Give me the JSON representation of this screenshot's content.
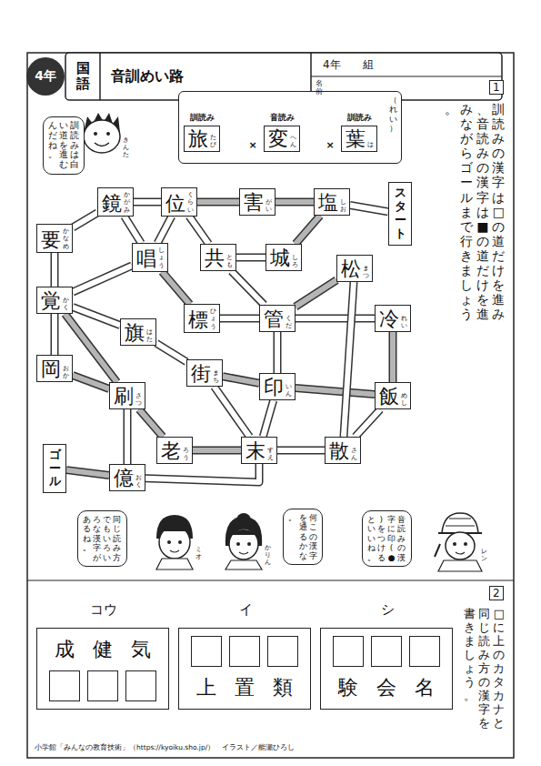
{
  "diagram": {
    "title": "音訓めい路",
    "nodes": [
      {
        "text": [
          "4年"
        ]
      },
      {
        "text": [
          "国語"
        ]
      },
      {
        "text": [
          "（れい）"
        ]
      },
      {
        "text": [
          "訓読み",
          "旅",
          "たび"
        ],
        "in": 2
      },
      {
        "text": [
          "音読み",
          "変",
          "へん"
        ],
        "in": 2
      },
      {
        "text": [
          "訓読み",
          "葉",
          "は"
        ],
        "in": 2
      },
      {
        "text": [
          "訓読みは白い道を進むんだね。"
        ]
      },
      {
        "text": [
          "スタート"
        ]
      },
      {
        "text": [
          "塩",
          "しお"
        ]
      },
      {
        "text": [
          "害",
          "がい"
        ]
      },
      {
        "text": [
          "位",
          "くらい"
        ]
      },
      {
        "text": [
          "鏡",
          "かがみ"
        ]
      },
      {
        "text": [
          "要",
          "かなめ"
        ]
      },
      {
        "text": [
          "唱",
          "しょう"
        ]
      },
      {
        "text": [
          "共",
          "とも"
        ]
      },
      {
        "text": [
          "城",
          "しろ"
        ]
      },
      {
        "text": [
          "松",
          "まつ"
        ]
      },
      {
        "text": [
          "覚",
          "かく"
        ]
      },
      {
        "text": [
          "標",
          "ひょう"
        ]
      },
      {
        "text": [
          "管",
          "くだ"
        ]
      },
      {
        "text": [
          "冷",
          "れい"
        ]
      },
      {
        "text": [
          "旗",
          "はた"
        ]
      },
      {
        "text": [
          "岡",
          "おか"
        ]
      },
      {
        "text": [
          "街",
          "まち"
        ]
      },
      {
        "text": [
          "印",
          "いん"
        ]
      },
      {
        "text": [
          "飯",
          "めし"
        ]
      },
      {
        "text": [
          "刷",
          "さつ"
        ]
      },
      {
        "text": [
          "老",
          "ろう"
        ]
      },
      {
        "text": [
          "末",
          "すえ"
        ]
      },
      {
        "text": [
          "散",
          "さん"
        ]
      },
      {
        "text": [
          "ゴール"
        ]
      },
      {
        "text": [
          "億",
          "おく"
        ]
      },
      {
        "text": [
          "同じ読み方でもいろいろな漢字があるね。"
        ]
      },
      {
        "text": [
          "何この漢字を通るかな。"
        ]
      },
      {
        "text": [
          "音読みの漢字に印(●)をつけるといいね。"
        ]
      },
      {
        "text": [
          "コウ",
          "成健気"
        ]
      },
      {
        "text": [
          "イ",
          "上置類"
        ]
      },
      {
        "text": [
          "シ",
          "験会名"
        ]
      }
    ],
    "edges": [
      {
        "from": 7,
        "to": 8,
        "arrow": "none"
      },
      {
        "from": 8,
        "to": 9,
        "arrow": "none"
      },
      {
        "from": 9,
        "to": 10,
        "arrow": "none"
      },
      {
        "from": 10,
        "to": 11,
        "arrow": "none"
      },
      {
        "from": 11,
        "to": 12,
        "arrow": "none"
      },
      {
        "from": 8,
        "to": 15,
        "arrow": "none"
      },
      {
        "from": 15,
        "to": 14,
        "arrow": "none"
      },
      {
        "from": 14,
        "to": 10,
        "arrow": "none"
      },
      {
        "from": 14,
        "to": 19,
        "arrow": "none"
      },
      {
        "from": 16,
        "to": 19,
        "arrow": "none"
      },
      {
        "from": 19,
        "to": 20,
        "arrow": "none"
      },
      {
        "from": 20,
        "to": 25,
        "arrow": "none"
      },
      {
        "from": 19,
        "to": 24,
        "arrow": "none"
      },
      {
        "from": 19,
        "to": 18,
        "arrow": "none"
      },
      {
        "from": 13,
        "to": 10,
        "arrow": "none"
      },
      {
        "from": 13,
        "to": 11,
        "arrow": "none"
      },
      {
        "from": 13,
        "to": 17,
        "arrow": "none"
      },
      {
        "from": 13,
        "to": 18,
        "arrow": "none"
      },
      {
        "from": 12,
        "to": 17,
        "arrow": "none"
      },
      {
        "from": 17,
        "to": 21,
        "arrow": "none"
      },
      {
        "from": 17,
        "to": 26,
        "arrow": "none"
      },
      {
        "from": 17,
        "to": 22,
        "arrow": "none"
      },
      {
        "from": 22,
        "to": 26,
        "arrow": "none"
      },
      {
        "from": 21,
        "to": 23,
        "arrow": "none"
      },
      {
        "from": 23,
        "to": 24,
        "arrow": "none"
      },
      {
        "from": 23,
        "to": 28,
        "arrow": "none"
      },
      {
        "from": 24,
        "to": 25,
        "arrow": "none"
      },
      {
        "from": 24,
        "to": 28,
        "arrow": "none"
      },
      {
        "from": 25,
        "to": 29,
        "arrow": "none"
      },
      {
        "from": 28,
        "to": 29,
        "arrow": "none"
      },
      {
        "from": 28,
        "to": 27,
        "arrow": "none"
      },
      {
        "from": 27,
        "to": 26,
        "arrow": "none"
      },
      {
        "from": 26,
        "to": 31,
        "arrow": "none"
      },
      {
        "from": 28,
        "to": 31,
        "arrow": "none"
      },
      {
        "from": 31,
        "to": 30,
        "arrow": "none"
      },
      {
        "from": 16,
        "to": 29,
        "arrow": "none"
      },
      {
        "from": 5,
        "to": 4,
        "arrow": "to"
      },
      {
        "from": 4,
        "to": 3,
        "arrow": "to"
      },
      {
        "from": 3,
        "to": 4,
        "label": "×",
        "arrow": "to"
      },
      {
        "from": 4,
        "to": 5,
        "label": "×",
        "arrow": "to"
      }
    ],
    "labels": [
      "4年　　組",
      "名前",
      "1",
      "訓読みの漢字は□の道だけを進み、音読みの漢字は■の道だけを進みながらゴールまで行きましょう。",
      "2",
      "□に上のカタカナと同じ読み方の漢字を書きましょう。",
      "きんた",
      "ミオ",
      "かりん",
      "レン",
      "小学館「みんなの教育技術」（https://kyoiku.sho.jp/）　イラスト／能瀬ひろし"
    ]
  }
}
